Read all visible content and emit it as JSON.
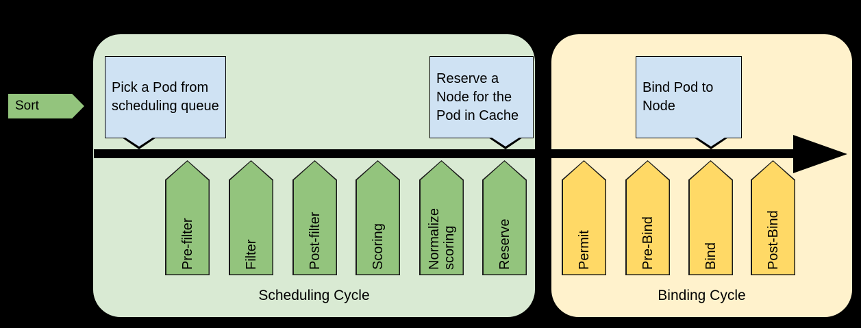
{
  "colors": {
    "canvas-black": "#000000",
    "line-black": "#000000",
    "panel-green": "#d9ead3",
    "panel-yellow": "#fff2cc",
    "arrow-green": "#93c47d",
    "arrow-yellow": "#ffd966",
    "callout-blue": "#cfe2f3"
  },
  "sort": {
    "label": "Sort"
  },
  "panels": {
    "scheduling": {
      "title": "Scheduling Cycle",
      "stages": [
        "Pre-filter",
        "Filter",
        "Post-filter",
        "Scoring",
        "Normalize scoring",
        "Reserve"
      ]
    },
    "binding": {
      "title": "Binding Cycle",
      "stages": [
        "Permit",
        "Pre-Bind",
        "Bind",
        "Post-Bind"
      ]
    }
  },
  "callouts": {
    "pick_pod": {
      "text": "Pick a Pod from scheduling queue"
    },
    "reserve_node": {
      "text": "Reserve a Node for the Pod in Cache"
    },
    "bind_pod": {
      "text": "Bind Pod to Node"
    }
  }
}
